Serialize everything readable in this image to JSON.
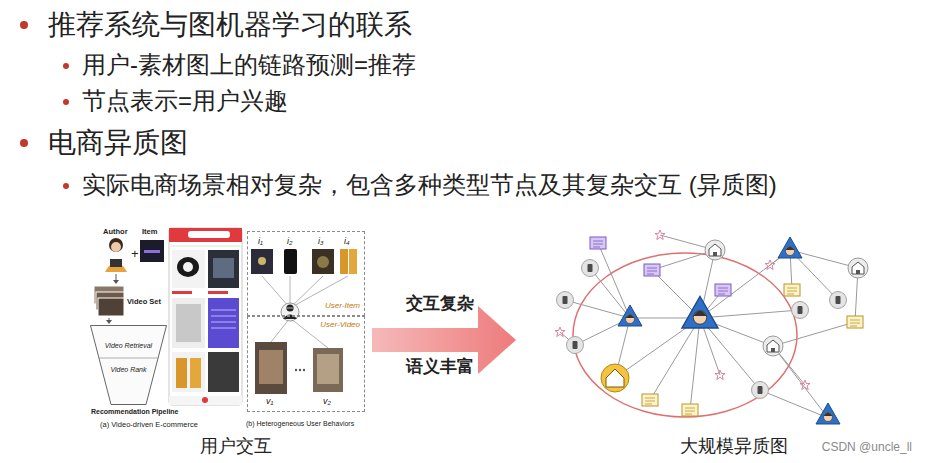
{
  "diagram": {
    "nodes": [
      {
        "text": [
          "用户交互"
        ]
      },
      {
        "text": [
          "Video Retrieval",
          "Video Rank"
        ],
        "in": 0
      },
      {
        "text": [
          "User-Item"
        ],
        "in": 0
      },
      {
        "text": [
          "User-Video"
        ],
        "in": 0
      },
      {
        "text": [
          "大规模异质图"
        ]
      }
    ],
    "edges": [
      {
        "from": 0,
        "to": 4,
        "arrow": "to"
      }
    ],
    "labels": [
      "推荐系统与图机器学习的联系",
      "用户-素材图上的链路预测=推荐",
      "节点表示=用户兴趣",
      "电商异质图",
      "实际电商场景相对复杂，包含多种类型节点及其复杂交互 (异质图)",
      "交互复杂",
      "语义丰富",
      "Author",
      "+",
      "Item",
      "Video Set",
      "Recommendation Pipeline",
      "(a) Video-driven E-commerce",
      "(b) Heterogeneous User Behaviors",
      "i₁",
      "i₂",
      "i₃",
      "i₄",
      "v₁",
      "v₂",
      "CSDN @uncle_ll"
    ]
  }
}
